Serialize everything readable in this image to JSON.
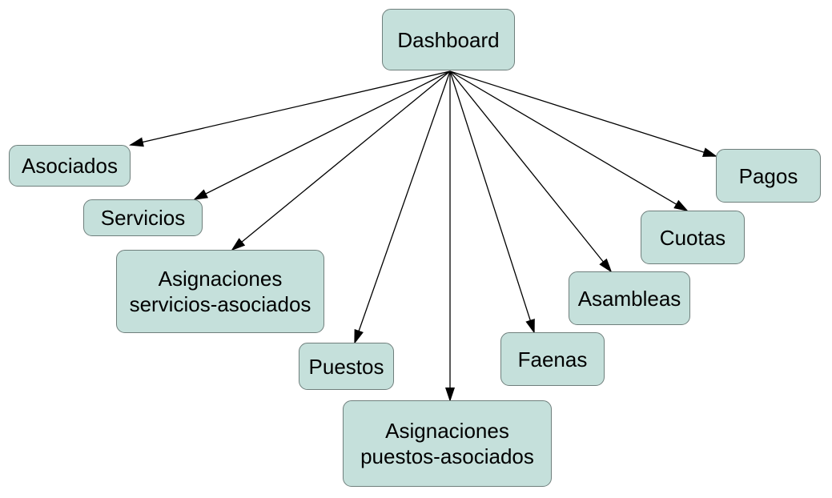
{
  "nodes": {
    "dashboard": "Dashboard",
    "asociados": "Asociados",
    "servicios": "Servicios",
    "asignaciones_servicios": "Asignaciones\nservicios-asociados",
    "puestos": "Puestos",
    "asignaciones_puestos": "Asignaciones\npuestos-asociados",
    "faenas": "Faenas",
    "asambleas": "Asambleas",
    "cuotas": "Cuotas",
    "pagos": "Pagos"
  },
  "edges": [
    {
      "from": "dashboard",
      "to": "asociados"
    },
    {
      "from": "dashboard",
      "to": "servicios"
    },
    {
      "from": "dashboard",
      "to": "asignaciones_servicios"
    },
    {
      "from": "dashboard",
      "to": "puestos"
    },
    {
      "from": "dashboard",
      "to": "asignaciones_puestos"
    },
    {
      "from": "dashboard",
      "to": "faenas"
    },
    {
      "from": "dashboard",
      "to": "asambleas"
    },
    {
      "from": "dashboard",
      "to": "cuotas"
    },
    {
      "from": "dashboard",
      "to": "pagos"
    }
  ],
  "colors": {
    "node_fill": "#c5e0db",
    "node_border": "#6f7f7c",
    "edge": "#000000"
  }
}
